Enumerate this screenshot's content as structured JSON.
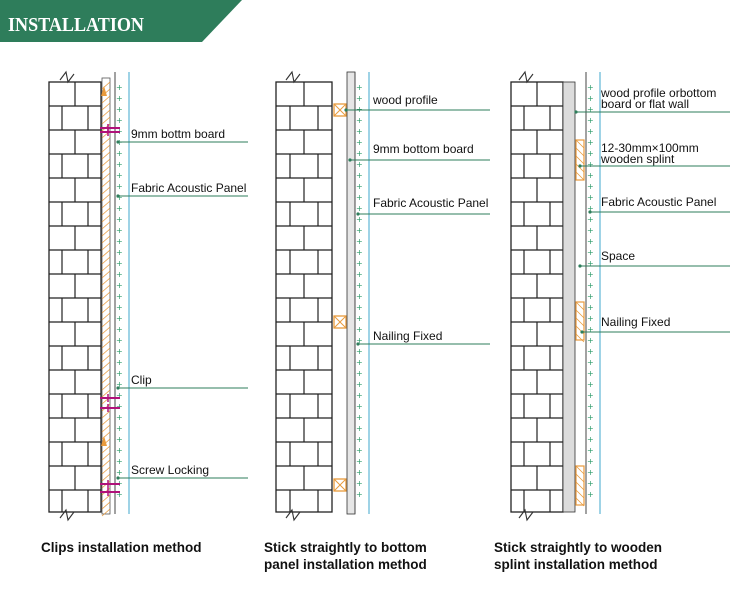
{
  "header": {
    "title": "INSTALLATION",
    "color": "#2e7d5b"
  },
  "colors": {
    "leader": "#2e7d5b",
    "clip": "#b0127a",
    "wood": "#e89a3c",
    "panel": "#9fd3e6",
    "cross": "#2e9b6a"
  },
  "methods": [
    {
      "caption_lines": [
        "Clips installation method"
      ],
      "labels": [
        "9mm bottm board",
        "Fabric Acoustic Panel",
        "Clip",
        "Screw Locking"
      ]
    },
    {
      "caption_lines": [
        "Stick straightly to bottom",
        "panel installation method"
      ],
      "labels": [
        "wood profile",
        "9mm bottom board",
        "Fabric Acoustic Panel",
        "Nailing Fixed"
      ]
    },
    {
      "caption_lines": [
        "Stick straightly to wooden",
        "splint installation method"
      ],
      "labels": [
        [
          "wood profile orbottom",
          "board or flat wall"
        ],
        [
          "12-30mm×100mm",
          "wooden splint"
        ],
        "Fabric Acoustic Panel",
        "Space",
        "Nailing Fixed"
      ]
    }
  ]
}
